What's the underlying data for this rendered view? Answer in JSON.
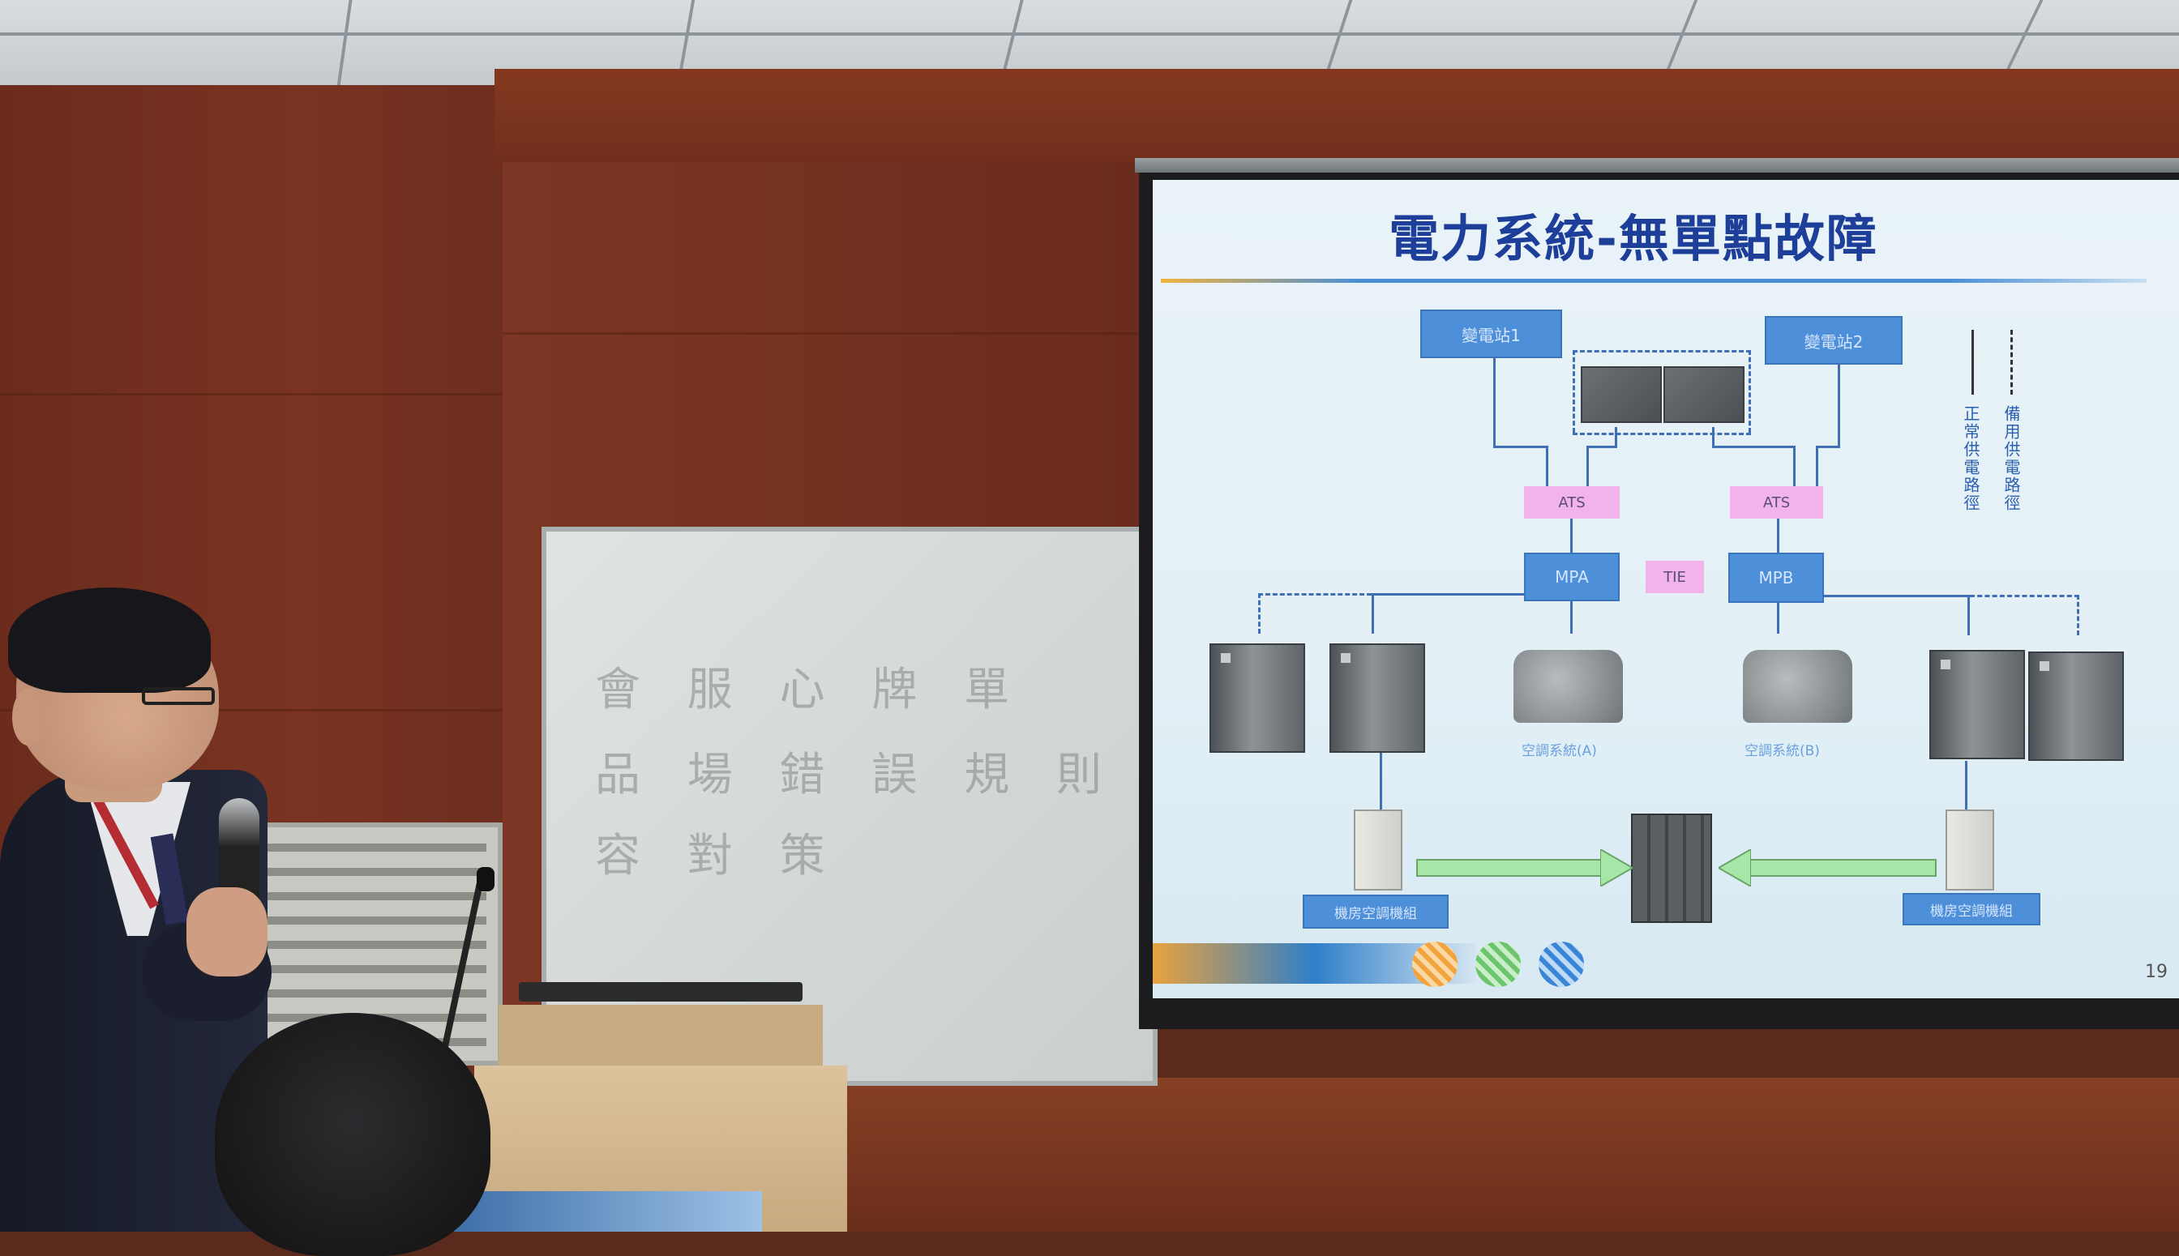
{
  "slide": {
    "title": "電力系統-無單點故障",
    "substation_1": "變電站1",
    "substation_2": "變電站2",
    "ats_label": "ATS",
    "mpa_label": "MPA",
    "mpb_label": "MPB",
    "tie_label": "TIE",
    "chiller_a_label": "空調系統(A)",
    "chiller_b_label": "空調系統(B)",
    "crac_left_label": "機房空調機組",
    "crac_right_label": "機房空調機組",
    "legend_normal": "正常供電路徑",
    "legend_backup": "備用供電路徑",
    "slide_number": "19"
  },
  "whiteboard": {
    "line1": "會 服 心 牌 單",
    "line2": "品 場 錯 誤 規 則",
    "line3": "容 對 策"
  },
  "colors": {
    "slide_title": "#1e3f99",
    "blue_box": "#4d8fd8",
    "pink_box": "#f2b3ea",
    "arrow_green": "#a6e6a6",
    "wall": "#7a3322"
  }
}
